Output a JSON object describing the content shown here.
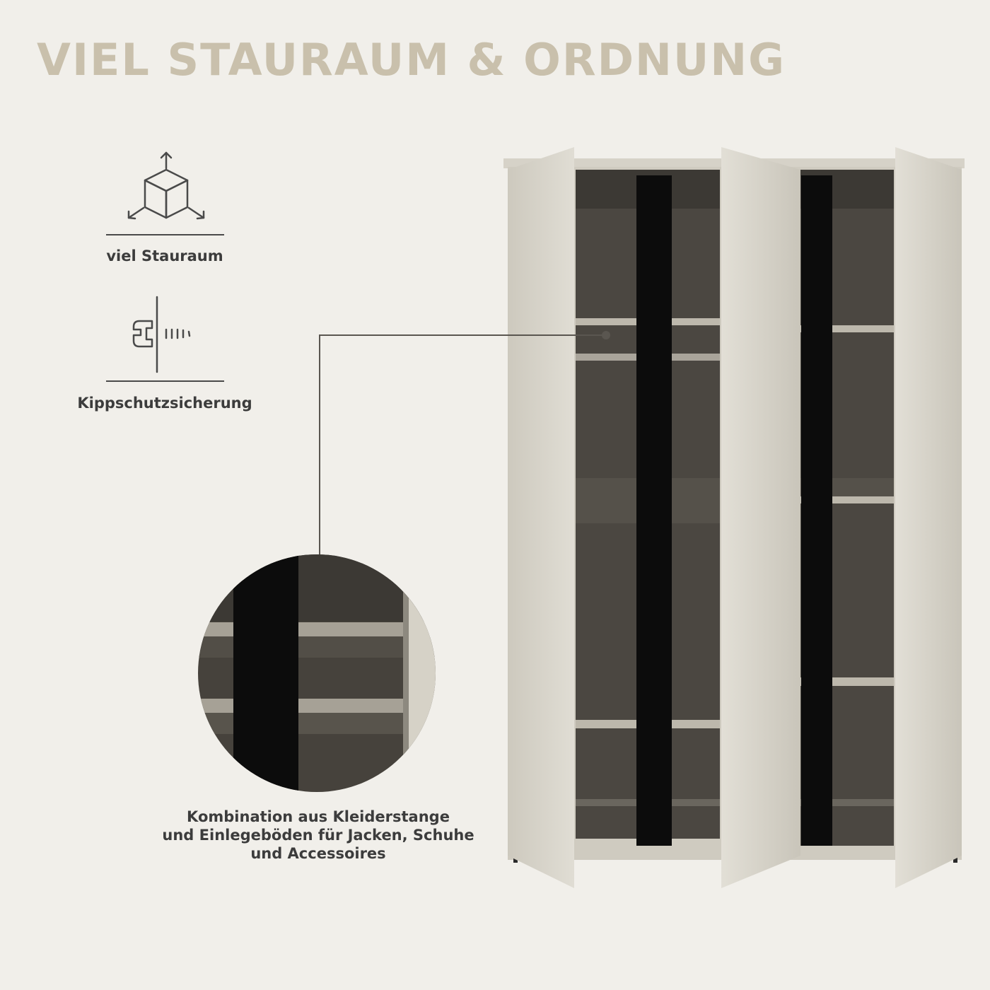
{
  "title": "VIEL STAURAUM & ORDNUNG",
  "features": [
    {
      "label": "viel Stauraum",
      "icon": "storage-cube-icon"
    },
    {
      "label": "Kippschutzsicherung",
      "icon": "wall-anchor-icon"
    }
  ],
  "caption": {
    "lines": [
      "Kombination aus Kleiderstange",
      "und Einlegeböden für Jacken, Schuhe",
      "und Accessoires"
    ]
  },
  "colors": {
    "background": "#f1efea",
    "title": "#c9c0ac",
    "text": "#3c3c3c",
    "door": "#d8d4ca",
    "interior": "#4a4640",
    "bar": "#0c0c0c"
  }
}
